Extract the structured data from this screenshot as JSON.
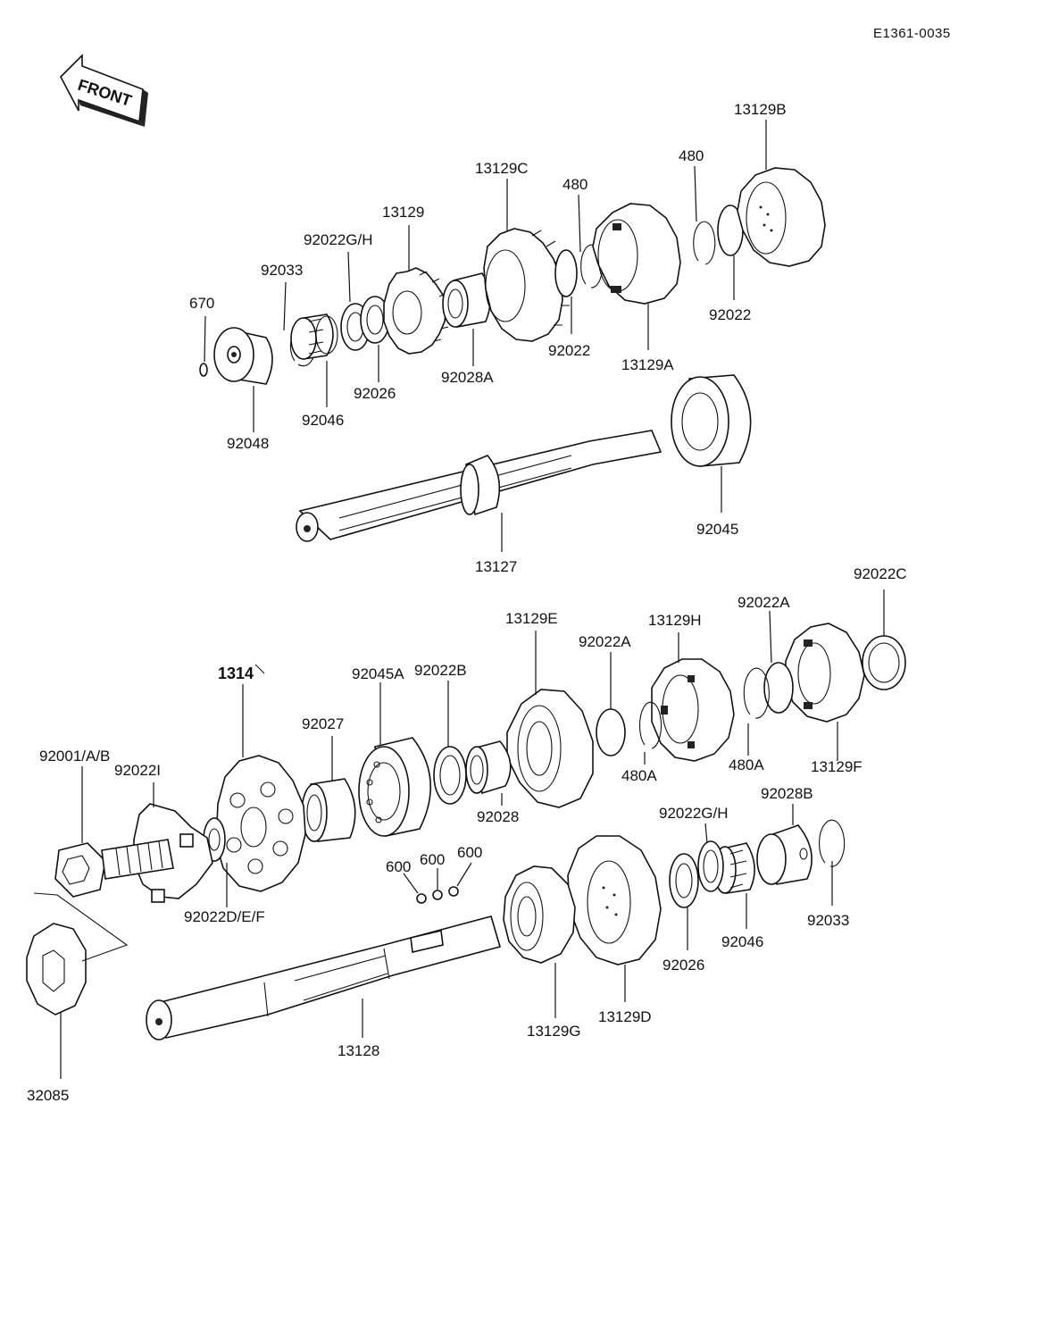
{
  "drawing_code": "E1361-0035",
  "front_arrow_label": "FRONT",
  "labels": {
    "p670": "670",
    "p92033_top": "92033",
    "p92022gh_top": "92022G/H",
    "p13129": "13129",
    "p13129c": "13129C",
    "p480_top_a": "480",
    "p480_top_b": "480",
    "p13129b": "13129B",
    "p92022_top_a": "92022",
    "p92022_top_b": "92022",
    "p13129a": "13129A",
    "p92028a": "92028A",
    "p92026_top": "92026",
    "p92046_top": "92046",
    "p92048": "92048",
    "p92045": "92045",
    "p13127": "13127",
    "p13129e": "13129E",
    "p13129h": "13129H",
    "p92022a_a": "92022A",
    "p92022a_b": "92022A",
    "p92022c": "92022C",
    "p92045a": "92045A",
    "p92022b": "92022B",
    "p1314": "1314",
    "p92027": "92027",
    "p92022i": "92022I",
    "p92001ab": "92001/A/B",
    "p480a_a": "480A",
    "p480a_b": "480A",
    "p13129f": "13129F",
    "p92028": "92028",
    "p92028b": "92028B",
    "p92022gh_bot": "92022G/H",
    "p600_a": "600",
    "p600_b": "600",
    "p600_c": "600",
    "p92022def": "92022D/E/F",
    "p92033_bot": "92033",
    "p92046_bot": "92046",
    "p92026_bot": "92026",
    "p13129g": "13129G",
    "p13129d": "13129D",
    "p13128": "13128",
    "p32085": "32085"
  }
}
